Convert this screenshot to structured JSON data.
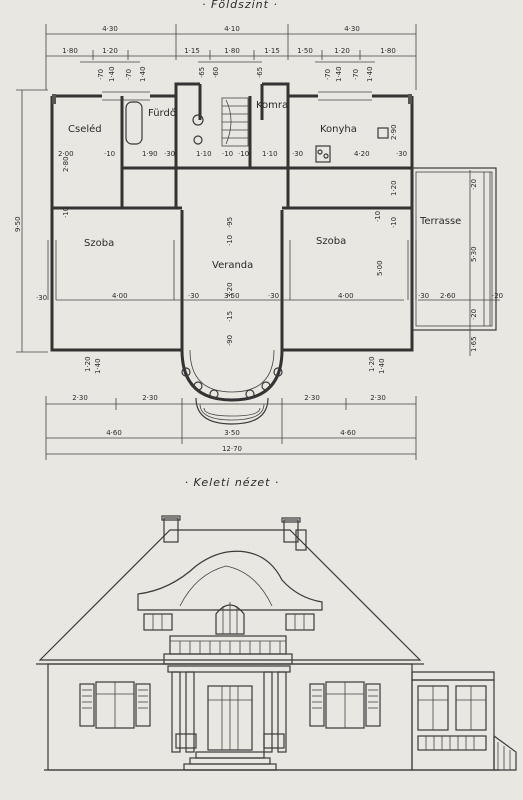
{
  "titles": {
    "plan": "· Földszint ·",
    "elevation": "· Keleti nézet ·"
  },
  "rooms": {
    "cseled": "Cseléd",
    "furdo": "Fürdő",
    "komra": "Komra",
    "konyha": "Konyha",
    "szoba_left": "Szoba",
    "veranda": "Veranda",
    "szoba_right": "Szoba",
    "terrasse": "Terrasse"
  },
  "dims": {
    "top_total": [
      "4·30",
      "4·10",
      "4·30"
    ],
    "top_sub": [
      "1·80",
      "1·20",
      "1·15",
      "1·80",
      "1·15",
      "1·50",
      "1·20",
      "1·80"
    ],
    "top_small": [
      "·70",
      "1·40",
      "·70",
      "1·40",
      "·65",
      "·60",
      "·65",
      "·70",
      "1·40",
      "·70",
      "1·40"
    ],
    "left_total": "9·50",
    "left_parts": [
      "2·80",
      "·10",
      "·30"
    ],
    "inner": [
      "2·00",
      "·10",
      "1·90",
      "·30",
      "1·10",
      "·10",
      "·10",
      "1·10",
      "·30",
      "4·20",
      "·30"
    ],
    "mid_vertical": [
      "·95",
      "·10",
      "3·20",
      "·15",
      "·90",
      "·10"
    ],
    "room_width": [
      "4·00",
      "·30",
      "3·50",
      "·30",
      "4·00",
      "·30",
      "2·60",
      "·20"
    ],
    "right_vertical": [
      "2·90",
      "1·20",
      "·10",
      "5·00",
      "·20",
      "5·30",
      "·20",
      "1·65"
    ],
    "small_bottom": [
      "1·20",
      "1·40",
      "1·20",
      "1·40"
    ],
    "bottom_row1": [
      "2·30",
      "2·30",
      "2·30",
      "2·30"
    ],
    "bottom_row2": [
      "4·60",
      "3·50",
      "4·60"
    ],
    "bottom_total": "12·70"
  }
}
